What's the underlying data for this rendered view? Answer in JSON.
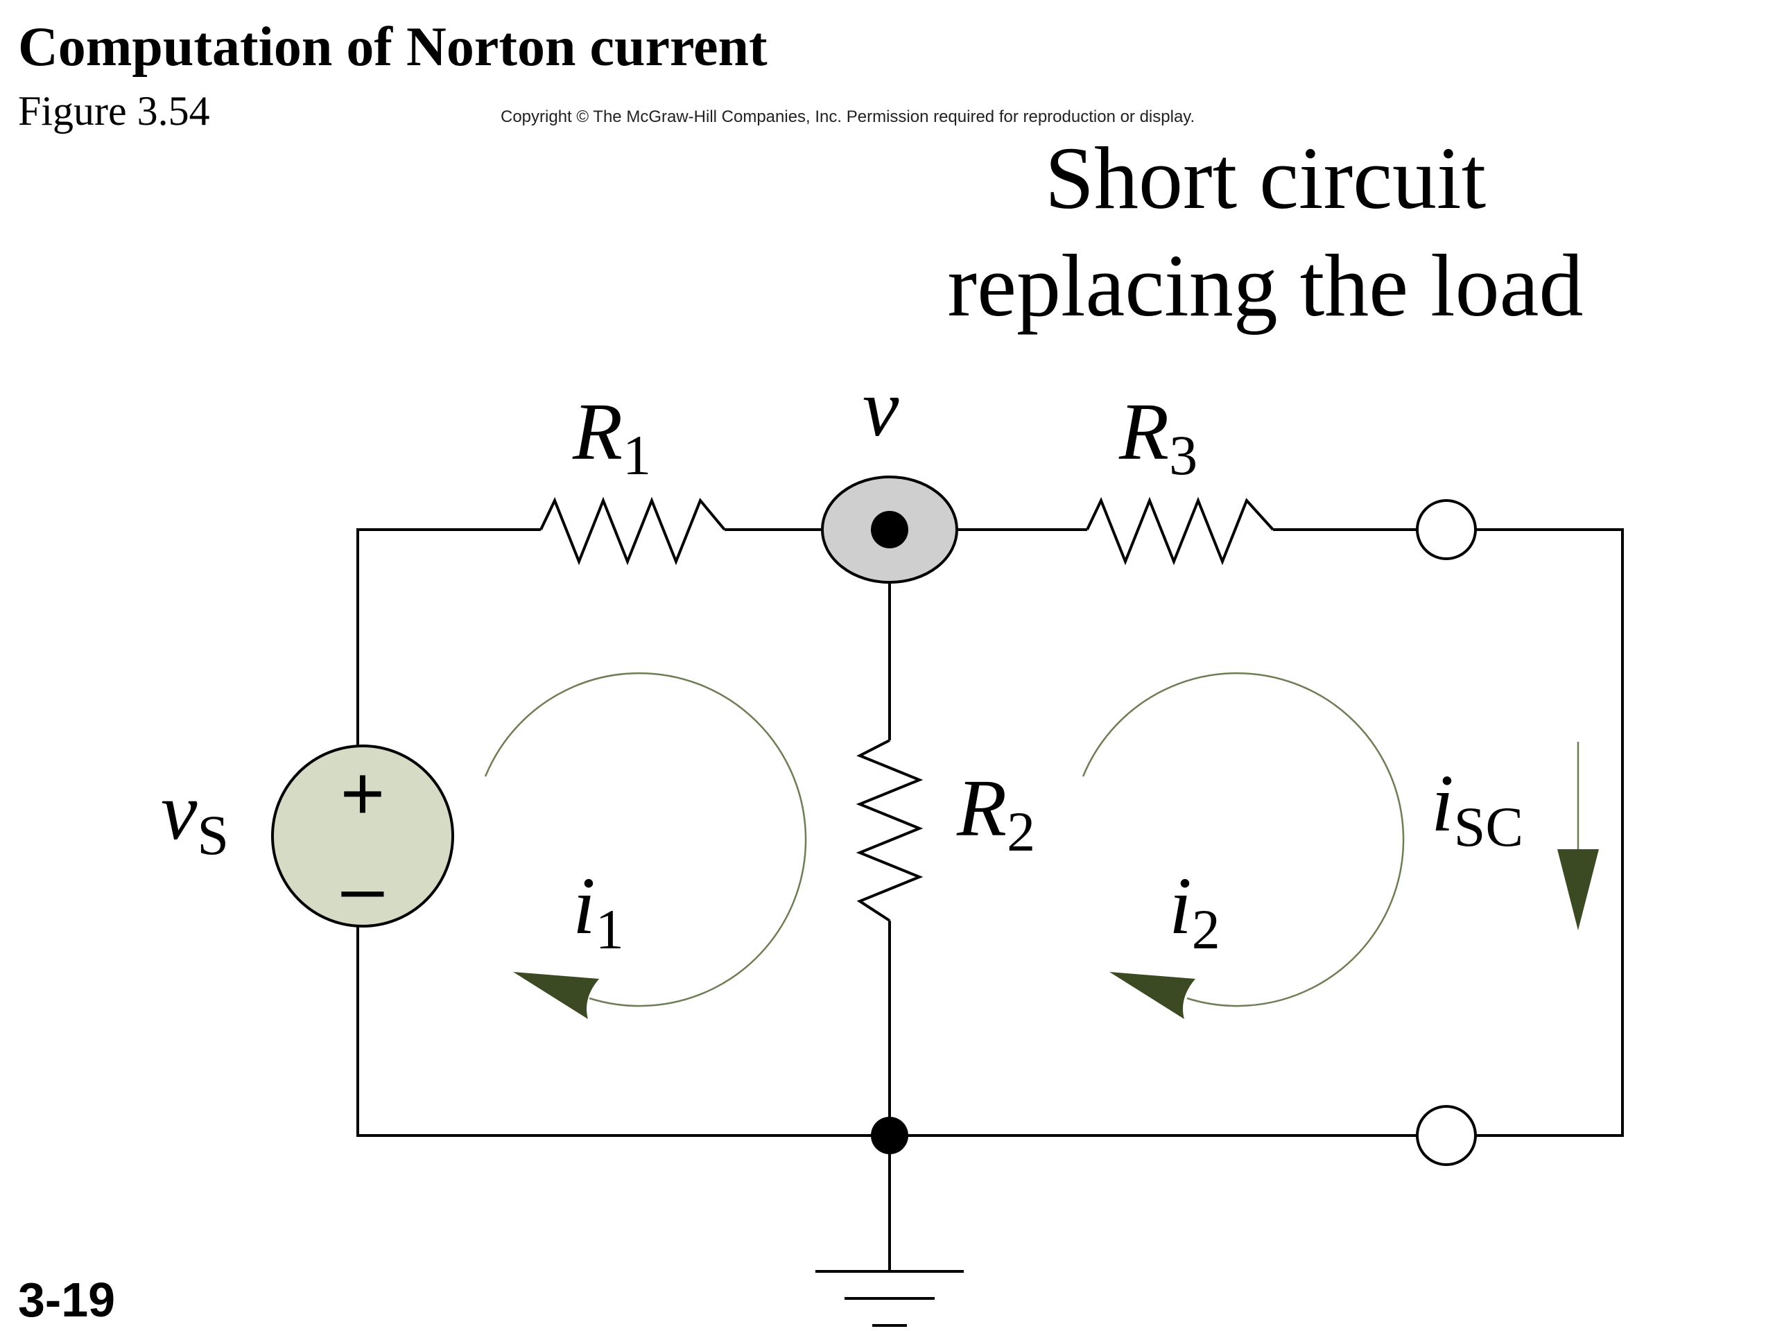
{
  "slide": {
    "title": "Computation of Norton current",
    "figure": "Figure 3.54",
    "copyright": "Copyright © The McGraw-Hill Companies, Inc. Permission required for reproduction or display.",
    "caption_line1": "Short circuit",
    "caption_line2": "replacing the load",
    "number": "3-19"
  },
  "circuit": {
    "node_label": "v",
    "source": {
      "sym": "v",
      "sub": "S",
      "plus": "+",
      "minus": "–"
    },
    "r1": {
      "sym": "R",
      "sub": "1"
    },
    "r2": {
      "sym": "R",
      "sub": "2"
    },
    "r3": {
      "sym": "R",
      "sub": "3"
    },
    "i1": {
      "sym": "i",
      "sub": "1"
    },
    "i2": {
      "sym": "i",
      "sub": "2"
    },
    "isc": {
      "sym": "i",
      "sub": "SC"
    }
  },
  "colors": {
    "node_fill": "#cfcfcf",
    "source_fill": "#d5dbc4",
    "arrow_fill": "#3b4a22",
    "loop_stroke": "#6f7d55"
  }
}
